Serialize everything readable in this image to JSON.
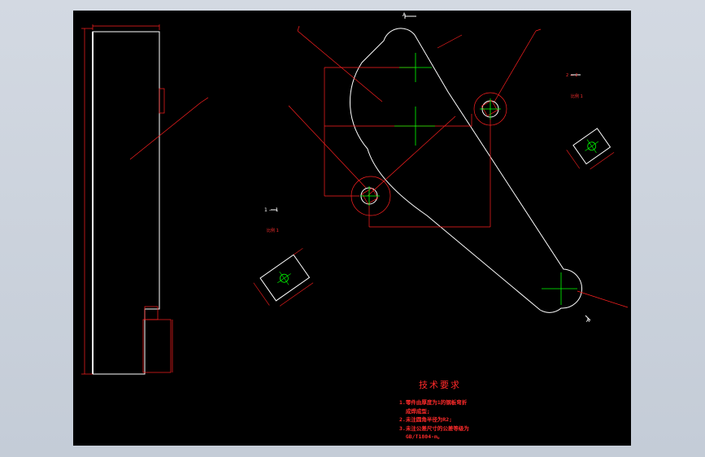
{
  "drawing": {
    "background": "#000000",
    "outline_color": "#ffffff",
    "dimension_color": "#ff2020",
    "centerline_color": "#00ff00"
  },
  "tech_requirements": {
    "title": "技术要求",
    "items": [
      "1.零件由厚度为1的钢板弯折",
      "  成焊成型;",
      "2.未注圆角半径为R2;",
      "3.未注公差尺寸的公差等级为",
      "  GB/T1804-m。"
    ]
  },
  "section_labels": {
    "view_a_arrow": "A",
    "section_right": "2 — 2",
    "section_left": "1 — 1",
    "scale_right": "比例 1",
    "scale_left": "比例 1",
    "arrow_bottom": "A"
  }
}
